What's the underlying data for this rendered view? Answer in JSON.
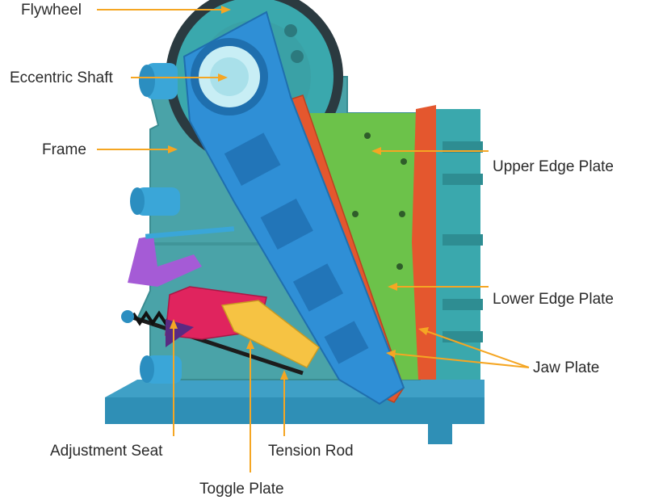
{
  "labels": {
    "flywheel": "Flywheel",
    "eccentric_shaft": "Eccentric Shaft",
    "frame": "Frame",
    "upper_edge_plate": "Upper Edge Plate",
    "lower_edge_plate": "Lower Edge Plate",
    "jaw_plate": "Jaw Plate",
    "adjustment_seat": "Adjustment Seat",
    "tension_rod": "Tension Rod",
    "toggle_plate": "Toggle Plate"
  },
  "colors": {
    "leader_line": "#f5a623",
    "frame": "#4aa3a8",
    "pitman": "#2f8fd6",
    "flywheel_rim": "#2b3a40",
    "jaw_plate": "#e4572e",
    "fixed_jaw_face": "#6cc24a",
    "adjustment_seat": "#e0245e",
    "toggle_plate": "#f6c343",
    "tension_spring": "#1c1c1c",
    "side_bracket": "#a55bd6"
  }
}
